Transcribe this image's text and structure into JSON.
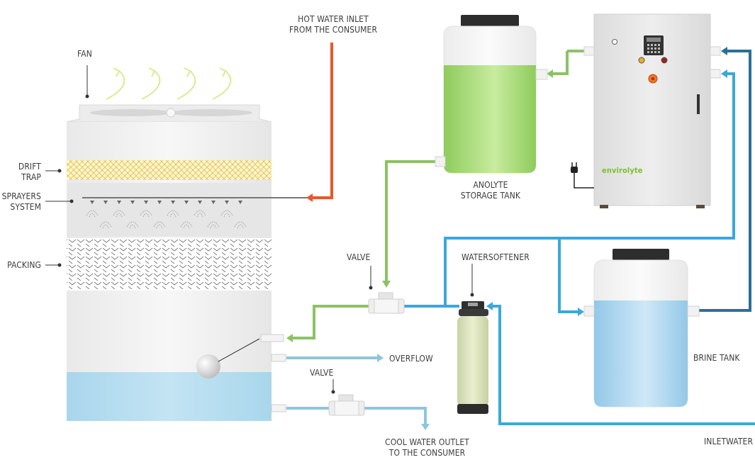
{
  "labels": {
    "fan": "FAN",
    "drift_trap": [
      "DRIFT",
      "TRAP"
    ],
    "sprayers_system": [
      "SPRAYERS",
      "SYSTEM"
    ],
    "packing": "PACKING",
    "hot_water_inlet": [
      "HOT WATER INLET",
      "FROM THE CONSUMER"
    ],
    "anolyte_storage_tank": [
      "ANOLYTE",
      "STORAGE TANK"
    ],
    "valve_top": "VALVE",
    "watersoftener": "WATERSOFTENER",
    "overflow": "OVERFLOW",
    "valve_bottom": "VALVE",
    "cool_water_outlet": [
      "COOL WATER OUTLET",
      "TO THE CONSUMER"
    ],
    "brine_tank": "BRINE TANK",
    "inlet_water": "INLETWATER",
    "brand_logo": "envirolyte"
  },
  "colors": {
    "hot_water": "#e8582a",
    "anolyte_pipe": "#8cc265",
    "inlet_pipe": "#3aa8dc",
    "brine_pipe": "#2a6f9a",
    "overflow_pipe": "#8ec6dc",
    "tower_water": "#b7dcee",
    "anolyte_liquid": "#9fd46a",
    "brine_liquid": "#a8d6f0"
  }
}
